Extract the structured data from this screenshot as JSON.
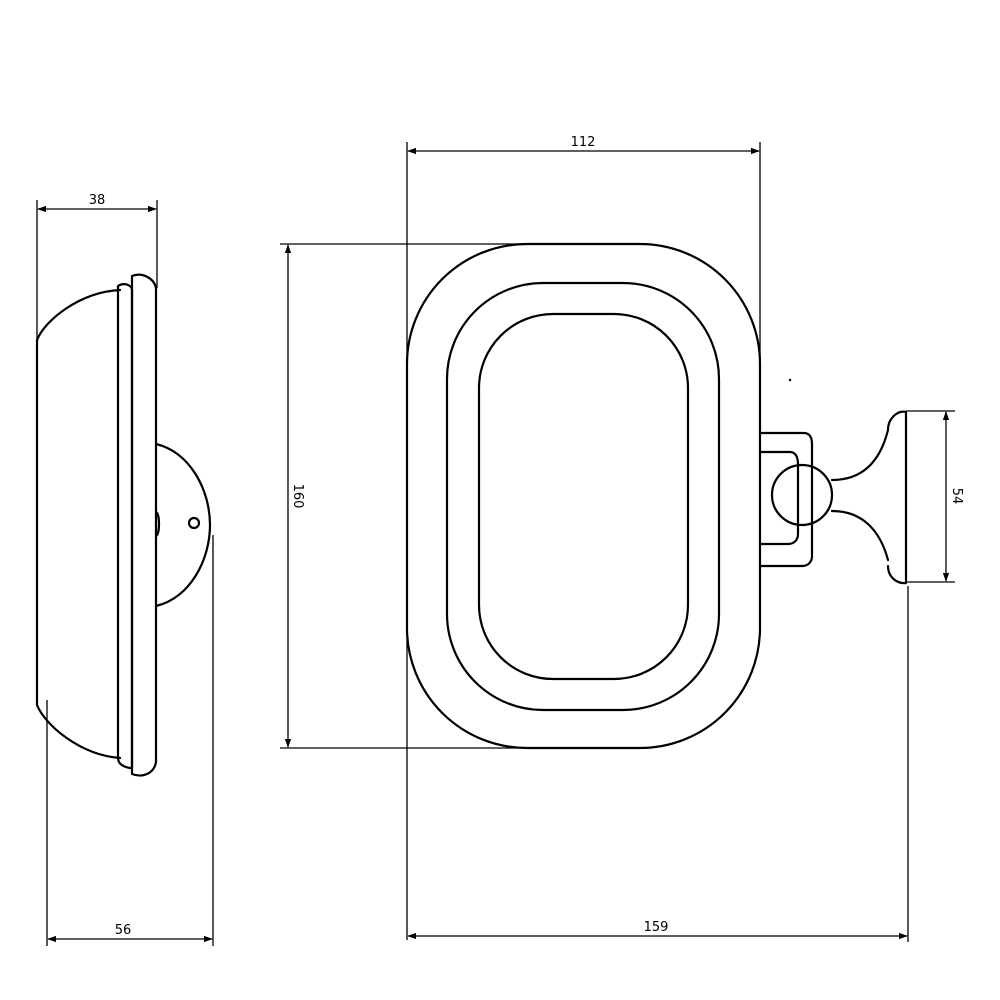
{
  "drawing": {
    "dimensions": {
      "side_depth_top": "38",
      "side_depth_bottom": "56",
      "front_width": "112",
      "front_height": "160",
      "mount_height": "54",
      "overall_width": "159"
    }
  }
}
